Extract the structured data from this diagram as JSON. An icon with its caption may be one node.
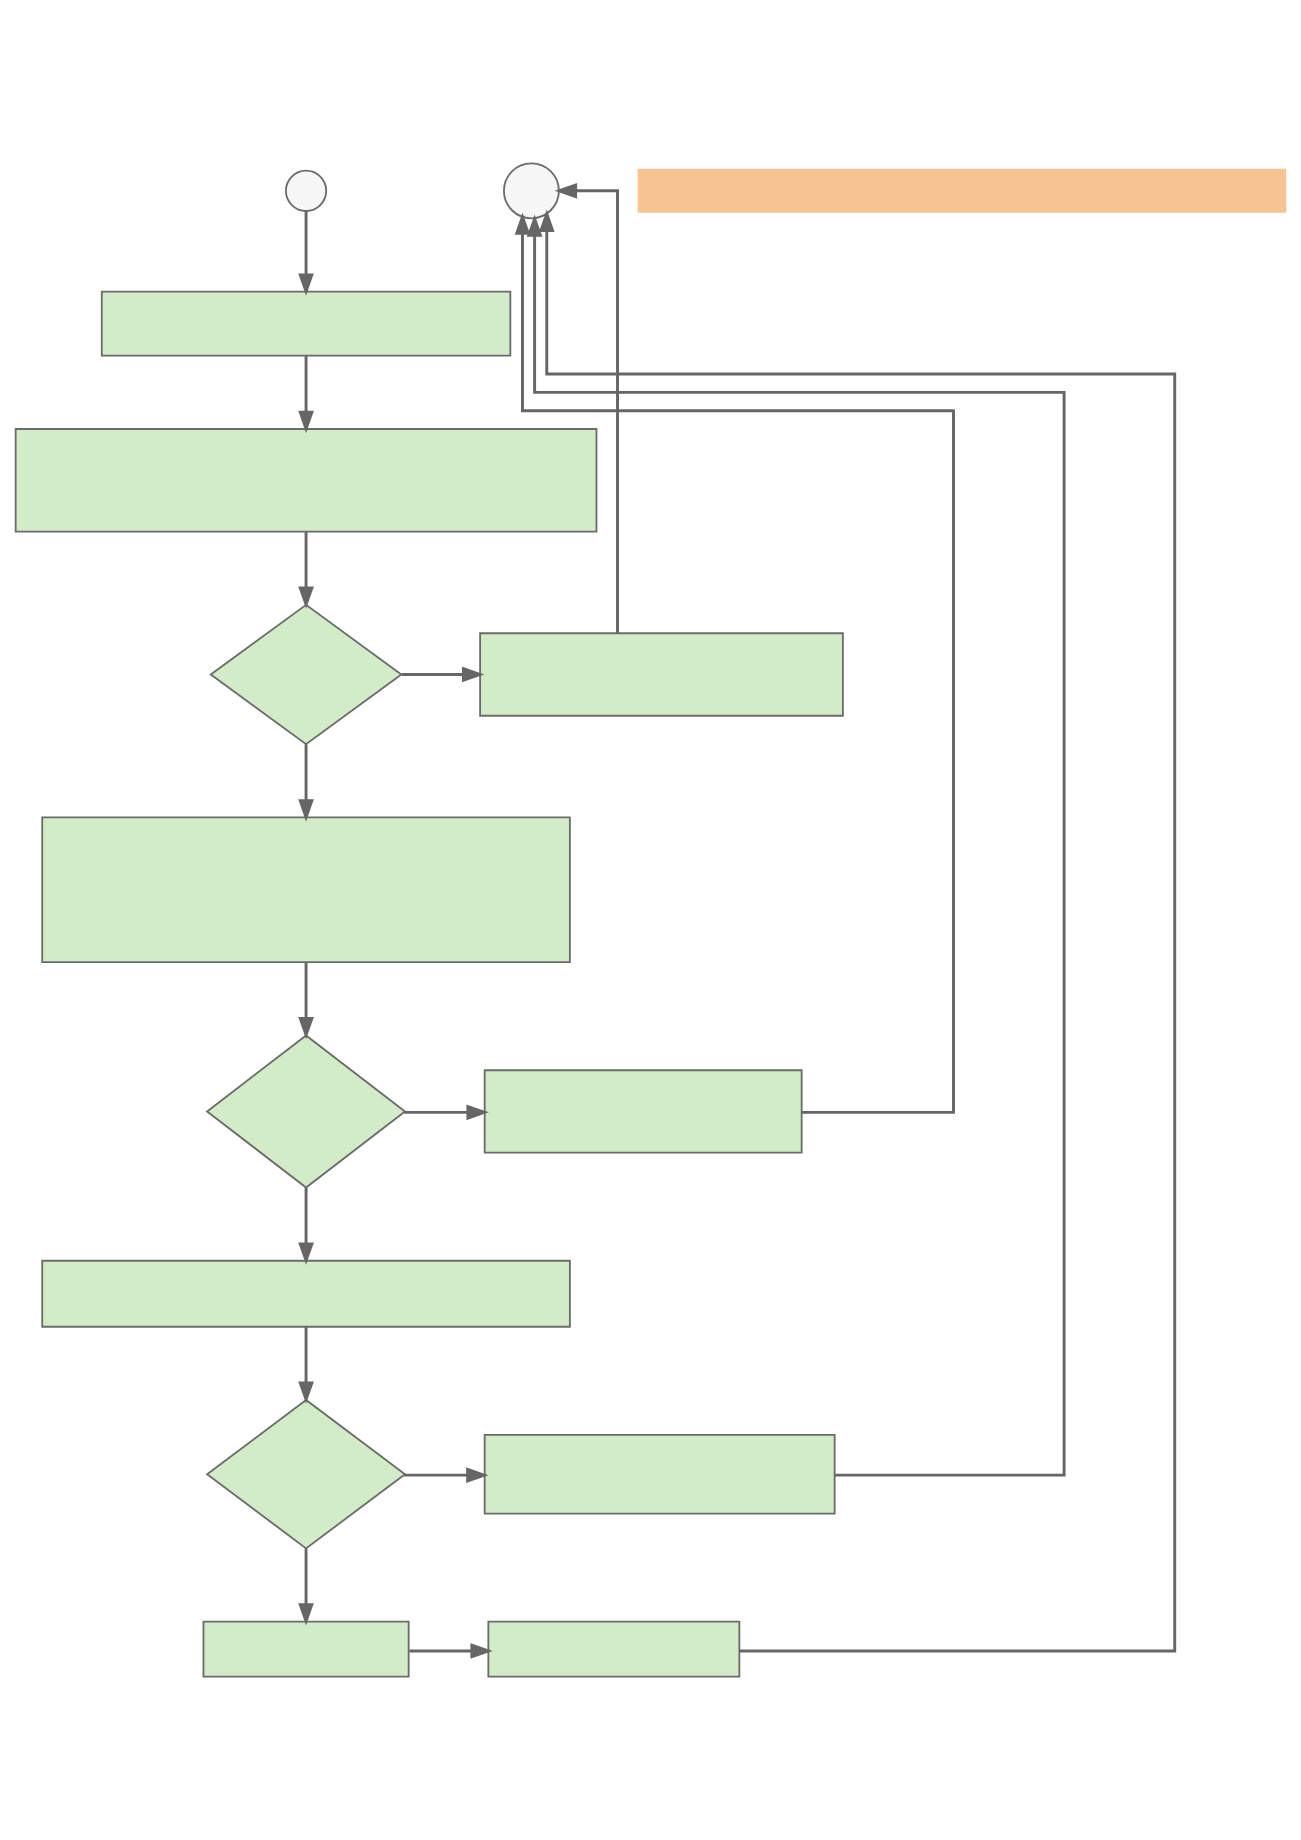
{
  "diagram": {
    "nodes": [
      {
        "text": [],
        "shape": "circle"
      },
      {
        "text": [],
        "shape": "bar"
      },
      {
        "text": [],
        "shape": "circle"
      },
      {
        "text": [],
        "shape": "box"
      },
      {
        "text": [],
        "shape": "box"
      },
      {
        "text": [],
        "shape": "diamond"
      },
      {
        "text": [],
        "shape": "box"
      },
      {
        "text": [],
        "shape": "box"
      },
      {
        "text": [],
        "shape": "diamond"
      },
      {
        "text": [],
        "shape": "box"
      },
      {
        "text": [],
        "shape": "box"
      },
      {
        "text": [],
        "shape": "diamond"
      },
      {
        "text": [],
        "shape": "box"
      },
      {
        "text": [],
        "shape": "box"
      },
      {
        "text": [],
        "shape": "box"
      }
    ],
    "edges": [
      {
        "from": 0,
        "to": 3,
        "arrow": "to"
      },
      {
        "from": 3,
        "to": 4,
        "arrow": "to"
      },
      {
        "from": 4,
        "to": 5,
        "arrow": "to"
      },
      {
        "from": 5,
        "to": 6,
        "arrow": "to"
      },
      {
        "from": 6,
        "to": 2,
        "arrow": "to"
      },
      {
        "from": 5,
        "to": 7,
        "arrow": "to"
      },
      {
        "from": 7,
        "to": 8,
        "arrow": "to"
      },
      {
        "from": 8,
        "to": 9,
        "arrow": "to"
      },
      {
        "from": 9,
        "to": 2,
        "arrow": "to"
      },
      {
        "from": 8,
        "to": 10,
        "arrow": "to"
      },
      {
        "from": 10,
        "to": 11,
        "arrow": "to"
      },
      {
        "from": 11,
        "to": 12,
        "arrow": "to"
      },
      {
        "from": 12,
        "to": 2,
        "arrow": "to"
      },
      {
        "from": 11,
        "to": 13,
        "arrow": "to"
      },
      {
        "from": 13,
        "to": 14,
        "arrow": "to"
      },
      {
        "from": 14,
        "to": 2,
        "arrow": "to"
      }
    ]
  }
}
